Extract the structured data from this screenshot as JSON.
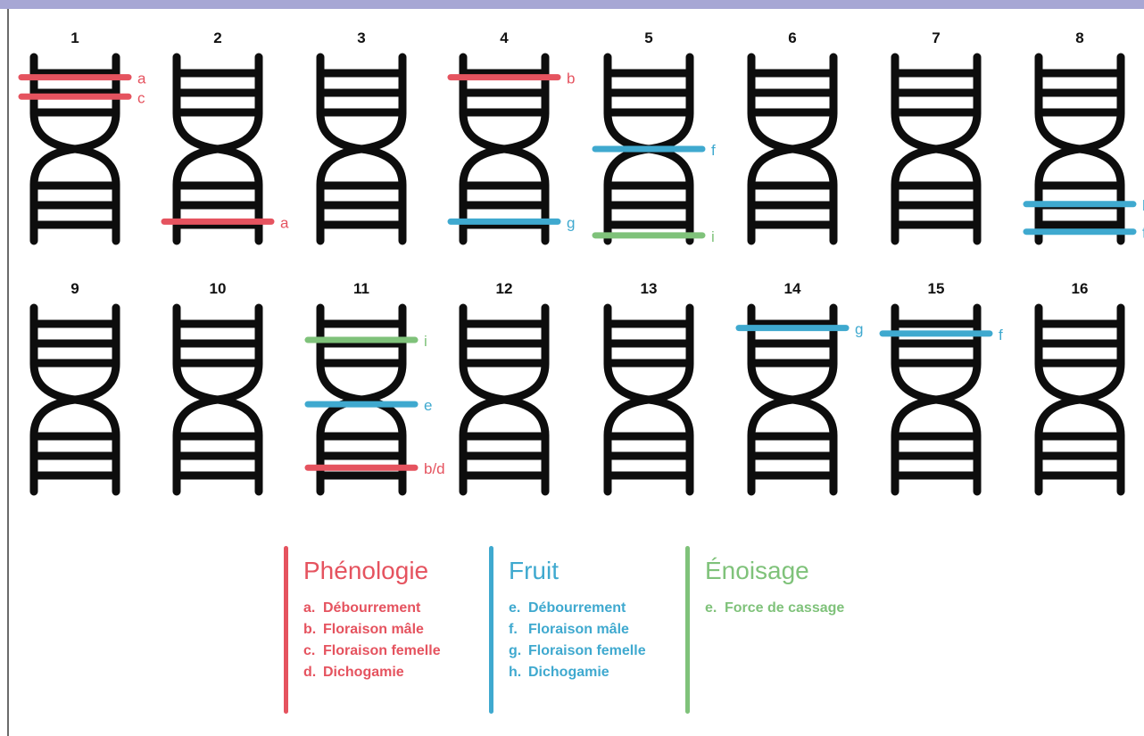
{
  "colors": {
    "phenologie": "#e5535f",
    "fruit": "#3fa9cf",
    "enoisage": "#7fc27a",
    "dna": "#0d0d0d"
  },
  "chromosomes": [
    {
      "label": "1",
      "row": 0,
      "col": 0,
      "markers": [
        {
          "pos": 0.11,
          "label": "a",
          "group": "phenologie"
        },
        {
          "pos": 0.215,
          "label": "c",
          "group": "phenologie"
        }
      ]
    },
    {
      "label": "2",
      "row": 0,
      "col": 1,
      "markers": [
        {
          "pos": 0.895,
          "label": "a",
          "group": "phenologie"
        }
      ]
    },
    {
      "label": "3",
      "row": 0,
      "col": 2,
      "markers": []
    },
    {
      "label": "4",
      "row": 0,
      "col": 3,
      "markers": [
        {
          "pos": 0.11,
          "label": "b",
          "group": "phenologie"
        },
        {
          "pos": 0.895,
          "label": "g",
          "group": "fruit"
        }
      ]
    },
    {
      "label": "5",
      "row": 0,
      "col": 4,
      "markers": [
        {
          "pos": 0.5,
          "label": "f",
          "group": "fruit"
        },
        {
          "pos": 0.97,
          "label": "i",
          "group": "enoisage"
        }
      ]
    },
    {
      "label": "6",
      "row": 0,
      "col": 5,
      "markers": []
    },
    {
      "label": "7",
      "row": 0,
      "col": 6,
      "markers": []
    },
    {
      "label": "8",
      "row": 0,
      "col": 7,
      "markers": [
        {
          "pos": 0.8,
          "label": "h",
          "group": "fruit"
        },
        {
          "pos": 0.95,
          "label": "f",
          "group": "fruit"
        }
      ]
    },
    {
      "label": "9",
      "row": 1,
      "col": 0,
      "markers": []
    },
    {
      "label": "10",
      "row": 1,
      "col": 1,
      "markers": []
    },
    {
      "label": "11",
      "row": 1,
      "col": 2,
      "markers": [
        {
          "pos": 0.175,
          "label": "i",
          "group": "enoisage"
        },
        {
          "pos": 0.525,
          "label": "e",
          "group": "fruit"
        },
        {
          "pos": 0.87,
          "label": "b/d",
          "group": "phenologie"
        }
      ]
    },
    {
      "label": "12",
      "row": 1,
      "col": 3,
      "markers": []
    },
    {
      "label": "13",
      "row": 1,
      "col": 4,
      "markers": []
    },
    {
      "label": "14",
      "row": 1,
      "col": 5,
      "markers": [
        {
          "pos": 0.11,
          "label": "g",
          "group": "fruit"
        }
      ]
    },
    {
      "label": "15",
      "row": 1,
      "col": 6,
      "markers": [
        {
          "pos": 0.14,
          "label": "f",
          "group": "fruit"
        }
      ]
    },
    {
      "label": "16",
      "row": 1,
      "col": 7,
      "markers": []
    }
  ],
  "legend": {
    "phenologie": {
      "title": "Phénologie",
      "items": [
        {
          "key": "a.",
          "label": "Débourrement"
        },
        {
          "key": "b.",
          "label": "Floraison mâle"
        },
        {
          "key": "c.",
          "label": "Floraison femelle"
        },
        {
          "key": "d.",
          "label": "Dichogamie"
        }
      ]
    },
    "fruit": {
      "title": "Fruit",
      "items": [
        {
          "key": "e.",
          "label": "Débourrement"
        },
        {
          "key": "f.",
          "label": "Floraison mâle"
        },
        {
          "key": "g.",
          "label": "Floraison femelle"
        },
        {
          "key": "h.",
          "label": "Dichogamie"
        }
      ]
    },
    "enoisage": {
      "title": "Énoisage",
      "items": [
        {
          "key": "e.",
          "label": "Force de cassage"
        }
      ]
    }
  }
}
